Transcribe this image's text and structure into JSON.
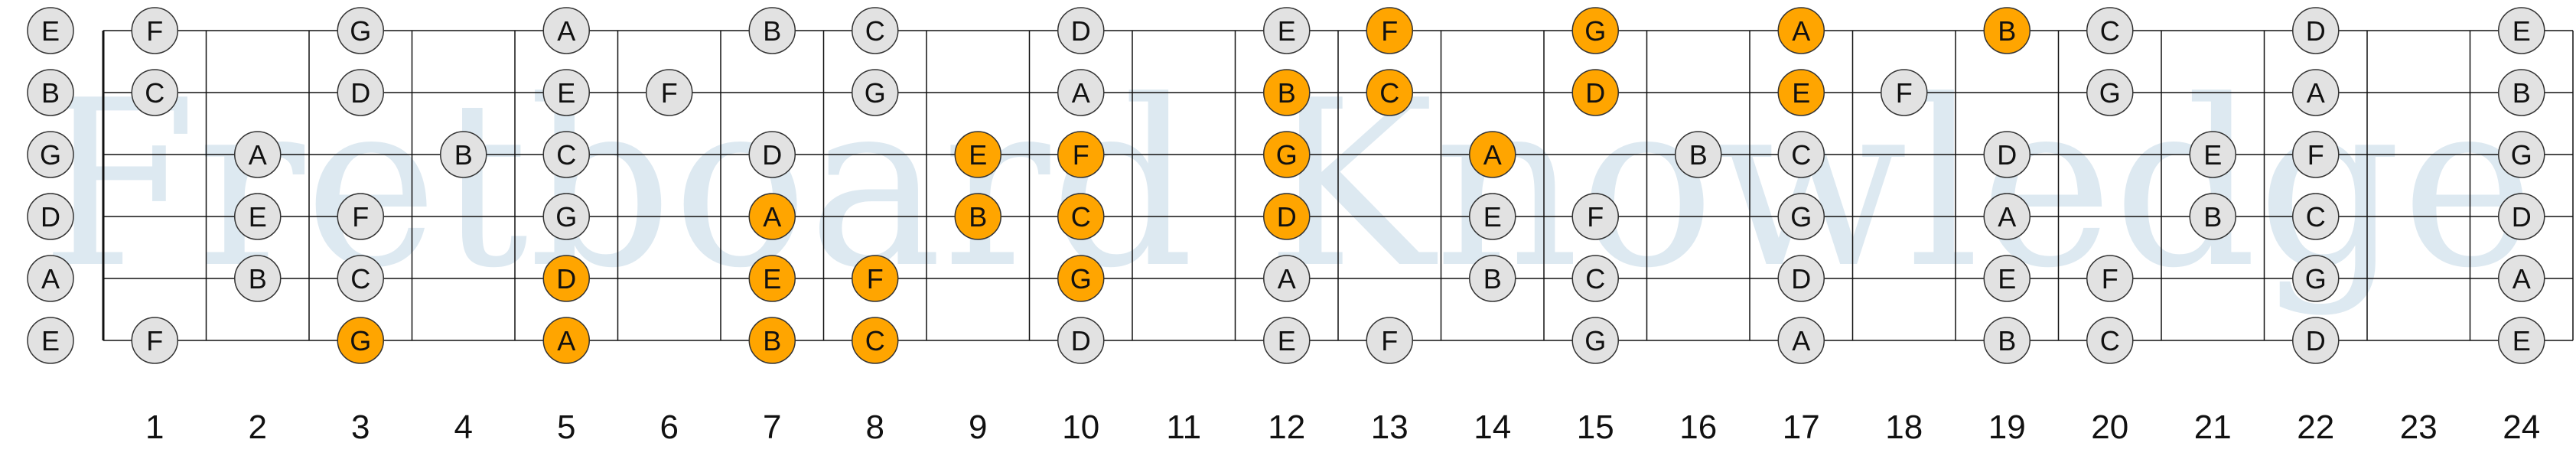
{
  "watermark": "Fretboard Knowledge",
  "colors": {
    "background": "#ffffff",
    "line": "#111111",
    "note_fill": "#e2e2e2",
    "highlight_fill": "#ffa500",
    "watermark": "#dde9f1"
  },
  "fret_numbers": [
    "1",
    "2",
    "3",
    "4",
    "5",
    "6",
    "7",
    "8",
    "9",
    "10",
    "11",
    "12",
    "13",
    "14",
    "15",
    "16",
    "17",
    "18",
    "19",
    "20",
    "21",
    "22",
    "23",
    "24"
  ],
  "strings": [
    {
      "open": "E",
      "notes": [
        {
          "fret": 1,
          "name": "F",
          "hl": false
        },
        {
          "fret": 3,
          "name": "G",
          "hl": false
        },
        {
          "fret": 5,
          "name": "A",
          "hl": false
        },
        {
          "fret": 7,
          "name": "B",
          "hl": false
        },
        {
          "fret": 8,
          "name": "C",
          "hl": false
        },
        {
          "fret": 10,
          "name": "D",
          "hl": false
        },
        {
          "fret": 12,
          "name": "E",
          "hl": false
        },
        {
          "fret": 13,
          "name": "F",
          "hl": true
        },
        {
          "fret": 15,
          "name": "G",
          "hl": true
        },
        {
          "fret": 17,
          "name": "A",
          "hl": true
        },
        {
          "fret": 19,
          "name": "B",
          "hl": true
        },
        {
          "fret": 20,
          "name": "C",
          "hl": false
        },
        {
          "fret": 22,
          "name": "D",
          "hl": false
        },
        {
          "fret": 24,
          "name": "E",
          "hl": false
        }
      ]
    },
    {
      "open": "B",
      "notes": [
        {
          "fret": 1,
          "name": "C",
          "hl": false
        },
        {
          "fret": 3,
          "name": "D",
          "hl": false
        },
        {
          "fret": 5,
          "name": "E",
          "hl": false
        },
        {
          "fret": 6,
          "name": "F",
          "hl": false
        },
        {
          "fret": 8,
          "name": "G",
          "hl": false
        },
        {
          "fret": 10,
          "name": "A",
          "hl": false
        },
        {
          "fret": 12,
          "name": "B",
          "hl": true
        },
        {
          "fret": 13,
          "name": "C",
          "hl": true
        },
        {
          "fret": 15,
          "name": "D",
          "hl": true
        },
        {
          "fret": 17,
          "name": "E",
          "hl": true
        },
        {
          "fret": 18,
          "name": "F",
          "hl": false
        },
        {
          "fret": 20,
          "name": "G",
          "hl": false
        },
        {
          "fret": 22,
          "name": "A",
          "hl": false
        },
        {
          "fret": 24,
          "name": "B",
          "hl": false
        }
      ]
    },
    {
      "open": "G",
      "notes": [
        {
          "fret": 2,
          "name": "A",
          "hl": false
        },
        {
          "fret": 4,
          "name": "B",
          "hl": false
        },
        {
          "fret": 5,
          "name": "C",
          "hl": false
        },
        {
          "fret": 7,
          "name": "D",
          "hl": false
        },
        {
          "fret": 9,
          "name": "E",
          "hl": true
        },
        {
          "fret": 10,
          "name": "F",
          "hl": true
        },
        {
          "fret": 12,
          "name": "G",
          "hl": true
        },
        {
          "fret": 14,
          "name": "A",
          "hl": true
        },
        {
          "fret": 16,
          "name": "B",
          "hl": false
        },
        {
          "fret": 17,
          "name": "C",
          "hl": false
        },
        {
          "fret": 19,
          "name": "D",
          "hl": false
        },
        {
          "fret": 21,
          "name": "E",
          "hl": false
        },
        {
          "fret": 22,
          "name": "F",
          "hl": false
        },
        {
          "fret": 24,
          "name": "G",
          "hl": false
        }
      ]
    },
    {
      "open": "D",
      "notes": [
        {
          "fret": 2,
          "name": "E",
          "hl": false
        },
        {
          "fret": 3,
          "name": "F",
          "hl": false
        },
        {
          "fret": 5,
          "name": "G",
          "hl": false
        },
        {
          "fret": 7,
          "name": "A",
          "hl": true
        },
        {
          "fret": 9,
          "name": "B",
          "hl": true
        },
        {
          "fret": 10,
          "name": "C",
          "hl": true
        },
        {
          "fret": 12,
          "name": "D",
          "hl": true
        },
        {
          "fret": 14,
          "name": "E",
          "hl": false
        },
        {
          "fret": 15,
          "name": "F",
          "hl": false
        },
        {
          "fret": 17,
          "name": "G",
          "hl": false
        },
        {
          "fret": 19,
          "name": "A",
          "hl": false
        },
        {
          "fret": 21,
          "name": "B",
          "hl": false
        },
        {
          "fret": 22,
          "name": "C",
          "hl": false
        },
        {
          "fret": 24,
          "name": "D",
          "hl": false
        }
      ]
    },
    {
      "open": "A",
      "notes": [
        {
          "fret": 2,
          "name": "B",
          "hl": false
        },
        {
          "fret": 3,
          "name": "C",
          "hl": false
        },
        {
          "fret": 5,
          "name": "D",
          "hl": true
        },
        {
          "fret": 7,
          "name": "E",
          "hl": true
        },
        {
          "fret": 8,
          "name": "F",
          "hl": true
        },
        {
          "fret": 10,
          "name": "G",
          "hl": true
        },
        {
          "fret": 12,
          "name": "A",
          "hl": false
        },
        {
          "fret": 14,
          "name": "B",
          "hl": false
        },
        {
          "fret": 15,
          "name": "C",
          "hl": false
        },
        {
          "fret": 17,
          "name": "D",
          "hl": false
        },
        {
          "fret": 19,
          "name": "E",
          "hl": false
        },
        {
          "fret": 20,
          "name": "F",
          "hl": false
        },
        {
          "fret": 22,
          "name": "G",
          "hl": false
        },
        {
          "fret": 24,
          "name": "A",
          "hl": false
        }
      ]
    },
    {
      "open": "E",
      "notes": [
        {
          "fret": 1,
          "name": "F",
          "hl": false
        },
        {
          "fret": 3,
          "name": "G",
          "hl": true
        },
        {
          "fret": 5,
          "name": "A",
          "hl": true
        },
        {
          "fret": 7,
          "name": "B",
          "hl": true
        },
        {
          "fret": 8,
          "name": "C",
          "hl": true
        },
        {
          "fret": 10,
          "name": "D",
          "hl": false
        },
        {
          "fret": 12,
          "name": "E",
          "hl": false
        },
        {
          "fret": 13,
          "name": "F",
          "hl": false
        },
        {
          "fret": 15,
          "name": "G",
          "hl": false
        },
        {
          "fret": 17,
          "name": "A",
          "hl": false
        },
        {
          "fret": 19,
          "name": "B",
          "hl": false
        },
        {
          "fret": 20,
          "name": "C",
          "hl": false
        },
        {
          "fret": 22,
          "name": "D",
          "hl": false
        },
        {
          "fret": 24,
          "name": "E",
          "hl": false
        }
      ]
    }
  ]
}
